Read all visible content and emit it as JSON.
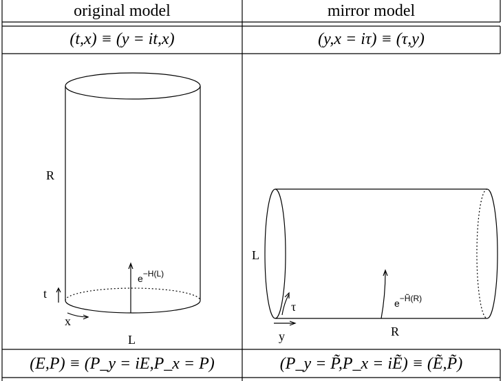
{
  "table": {
    "header_left": "original model",
    "header_right": "mirror model",
    "coords_left": "(t,x) ≡ (y = it,x)",
    "coords_right": "(y,x = iτ) ≡ (τ,y)",
    "momenta_left": "(E,P) ≡ (P_y = iE,P_x = P)",
    "momenta_right": "(P_y = P̃,P_x = iẼ) ≡ (Ẽ,P̃)"
  },
  "left_figure": {
    "length_label": "R",
    "width_label": "L",
    "time_label": "t",
    "space_label": "x",
    "evolution_label": "e",
    "evolution_exponent": "−H(L)"
  },
  "right_figure": {
    "length_label": "R",
    "circumference_label": "L",
    "time_label": "τ",
    "space_label": "y",
    "evolution_label": "e",
    "evolution_exponent": "−H̃(R)"
  }
}
